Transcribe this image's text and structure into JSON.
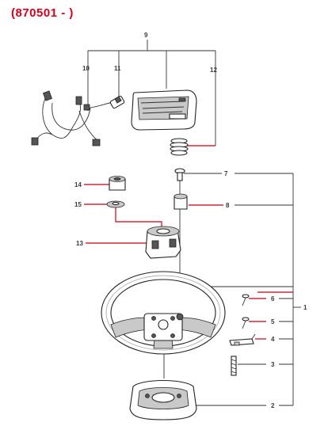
{
  "header": {
    "label": "(870501 - )"
  },
  "callouts": {
    "n1": "1",
    "n2": "2",
    "n3": "3",
    "n4": "4",
    "n5": "5",
    "n6": "6",
    "n7": "7",
    "n8": "8",
    "n9": "9",
    "n10": "10",
    "n11": "11",
    "n12": "12",
    "n13": "13",
    "n14": "14",
    "n15": "15"
  },
  "colors": {
    "accent": "#d0021b",
    "leader_red": "#c40018",
    "line": "#333333"
  }
}
